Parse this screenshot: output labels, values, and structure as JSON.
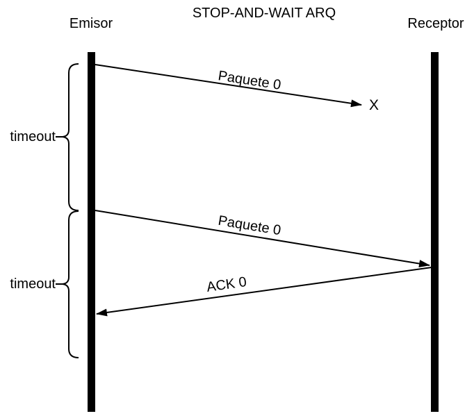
{
  "title": "STOP-AND-WAIT ARQ",
  "lifelines": [
    {
      "label": "Emisor"
    },
    {
      "label": "Receptor"
    }
  ],
  "timeouts": [
    {
      "label": "timeout"
    },
    {
      "label": "timeout"
    }
  ],
  "messages": [
    {
      "label": "Paquete 0",
      "loss_marker": "X"
    },
    {
      "label": "Paquete 0"
    },
    {
      "label": "ACK 0"
    }
  ],
  "colors": {
    "ink": "#000000",
    "background": "#ffffff"
  }
}
